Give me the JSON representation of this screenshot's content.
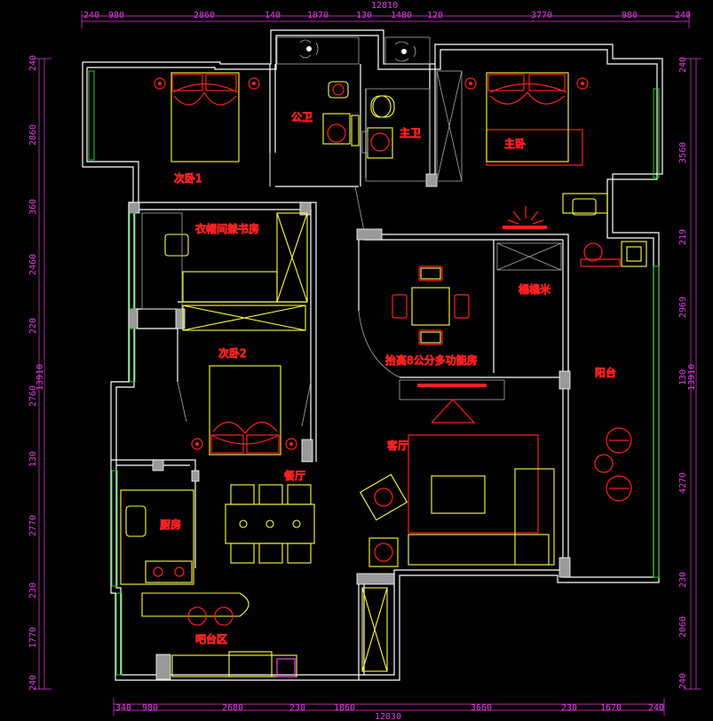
{
  "colors": {
    "background": "#000000",
    "walls": "#ffffff",
    "dimensions": "#e040e0",
    "furniture": "#ffff40",
    "fixtures_red": "#ff2020",
    "windows": "#20d020"
  },
  "dimensions": {
    "top_total": "12810",
    "top_segments": [
      "240",
      "980",
      "2860",
      "140",
      "1870",
      "130",
      "1480",
      "120",
      "3770",
      "980",
      "240"
    ],
    "bottom_total": "12030",
    "bottom_segments": [
      "340",
      "980",
      "2680",
      "230",
      "1860",
      "3660",
      "230",
      "1670",
      "240"
    ],
    "left_total": "13910",
    "left_segments": [
      "240",
      "2860",
      "360",
      "2460",
      "220",
      "2760",
      "130",
      "2770",
      "230",
      "1770",
      "240"
    ],
    "right_total": "13910",
    "right_segments": [
      "240",
      "3560",
      "219",
      "2969",
      "130",
      "4270",
      "230",
      "2060",
      "240"
    ]
  },
  "rooms": {
    "secondary_bedroom_1": "次卧1",
    "public_bathroom": "公卫",
    "master_bathroom": "主卫",
    "master_bedroom": "主卧",
    "cloakroom_study": "衣帽间兼书房",
    "tatami": "榻榻米",
    "multifunction_room": "抬高8公分多功能房",
    "secondary_bedroom_2": "次卧2",
    "balcony": "阳台",
    "living_room": "客厅",
    "dining_room": "餐厅",
    "kitchen": "厨房",
    "bar_area": "吧台区"
  }
}
